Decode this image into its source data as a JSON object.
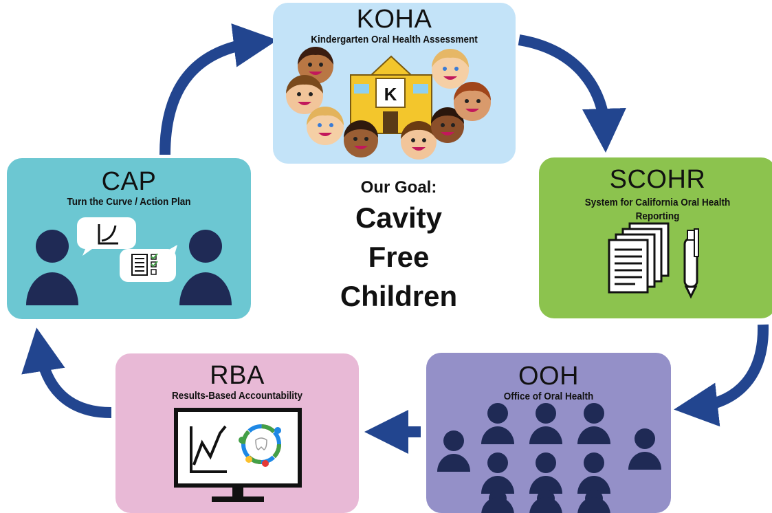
{
  "koha": {
    "title": "KOHA",
    "subtitle": "Kindergarten Oral Health Assessment",
    "building_letter": "K"
  },
  "scohr": {
    "title": "SCOHR",
    "subtitle_line1": "System for California Oral Health",
    "subtitle_line2": "Reporting"
  },
  "ooh": {
    "title": "OOH",
    "subtitle": "Office of Oral Health"
  },
  "rba": {
    "title": "RBA",
    "subtitle": "Results-Based Accountability"
  },
  "cap": {
    "title": "CAP",
    "subtitle": "Turn the Curve / Action Plan"
  },
  "goal": {
    "lead": "Our Goal:",
    "line1": "Cavity",
    "line2": "Free",
    "line3": "Children"
  },
  "colors": {
    "arrow": "#22458f",
    "koha": "#c3e3f8",
    "scohr": "#8cc34e",
    "ooh": "#9490c8",
    "rba": "#e8b9d6",
    "cap": "#6cc7d2",
    "people": "#1f2a55"
  },
  "icons": [
    "children-faces-icon",
    "school-building-icon",
    "documents-icon",
    "pen-icon",
    "people-group-icon",
    "monitor-chart-icon",
    "teamwork-circle-icon",
    "person-icon",
    "speech-bubble-icon",
    "checklist-icon",
    "curve-chart-icon"
  ]
}
